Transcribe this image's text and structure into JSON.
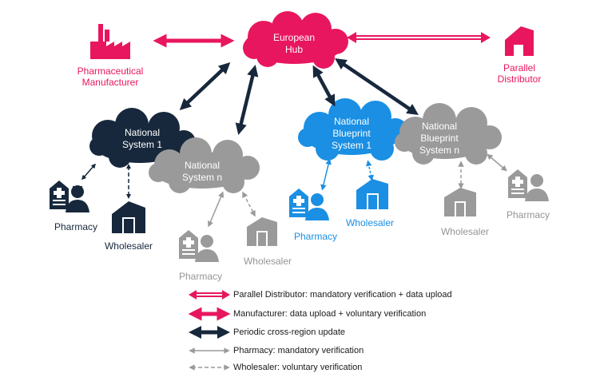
{
  "colors": {
    "pink": "#e8165f",
    "dark_navy": "#17283c",
    "grey": "#9a9a9a",
    "blue": "#1a8fe3"
  },
  "nodes": {
    "hub": {
      "line1": "European",
      "line2": "Hub"
    },
    "manufacturer": {
      "line1": "Pharmaceutical",
      "line2": "Manufacturer",
      "icon": "factory-icon"
    },
    "parallel_distributor": {
      "line1": "Parallel",
      "line2": "Distributor",
      "icon": "warehouse-icon"
    },
    "national_system_1": {
      "line1": "National",
      "line2": "System 1"
    },
    "national_system_n": {
      "line1": "National",
      "line2": "System n"
    },
    "blueprint_system_1": {
      "line1": "National",
      "line2": "Blueprint",
      "line3": "System 1"
    },
    "blueprint_system_n": {
      "line1": "National",
      "line2": "Blueprint",
      "line3": "System n"
    },
    "ns1_pharmacy": "Pharmacy",
    "ns1_wholesaler": "Wholesaler",
    "nsn_pharmacy": "Pharmacy",
    "nsn_wholesaler": "Wholesaler",
    "bp1_pharmacy": "Pharmacy",
    "bp1_wholesaler": "Wholesaler",
    "bpn_pharmacy": "Pharmacy",
    "bpn_wholesaler": "Wholesaler"
  },
  "legend": [
    {
      "label": "Parallel Distributor: mandatory verification + data upload",
      "style": "double-pink"
    },
    {
      "label": "Manufacturer: data upload + voluntary verification",
      "style": "solid-pink"
    },
    {
      "label": "Periodic cross-region update",
      "style": "solid-dark"
    },
    {
      "label": "Pharmacy: mandatory verification",
      "style": "thin-grey"
    },
    {
      "label": "Wholesaler: voluntary verification",
      "style": "dashed-grey"
    }
  ]
}
